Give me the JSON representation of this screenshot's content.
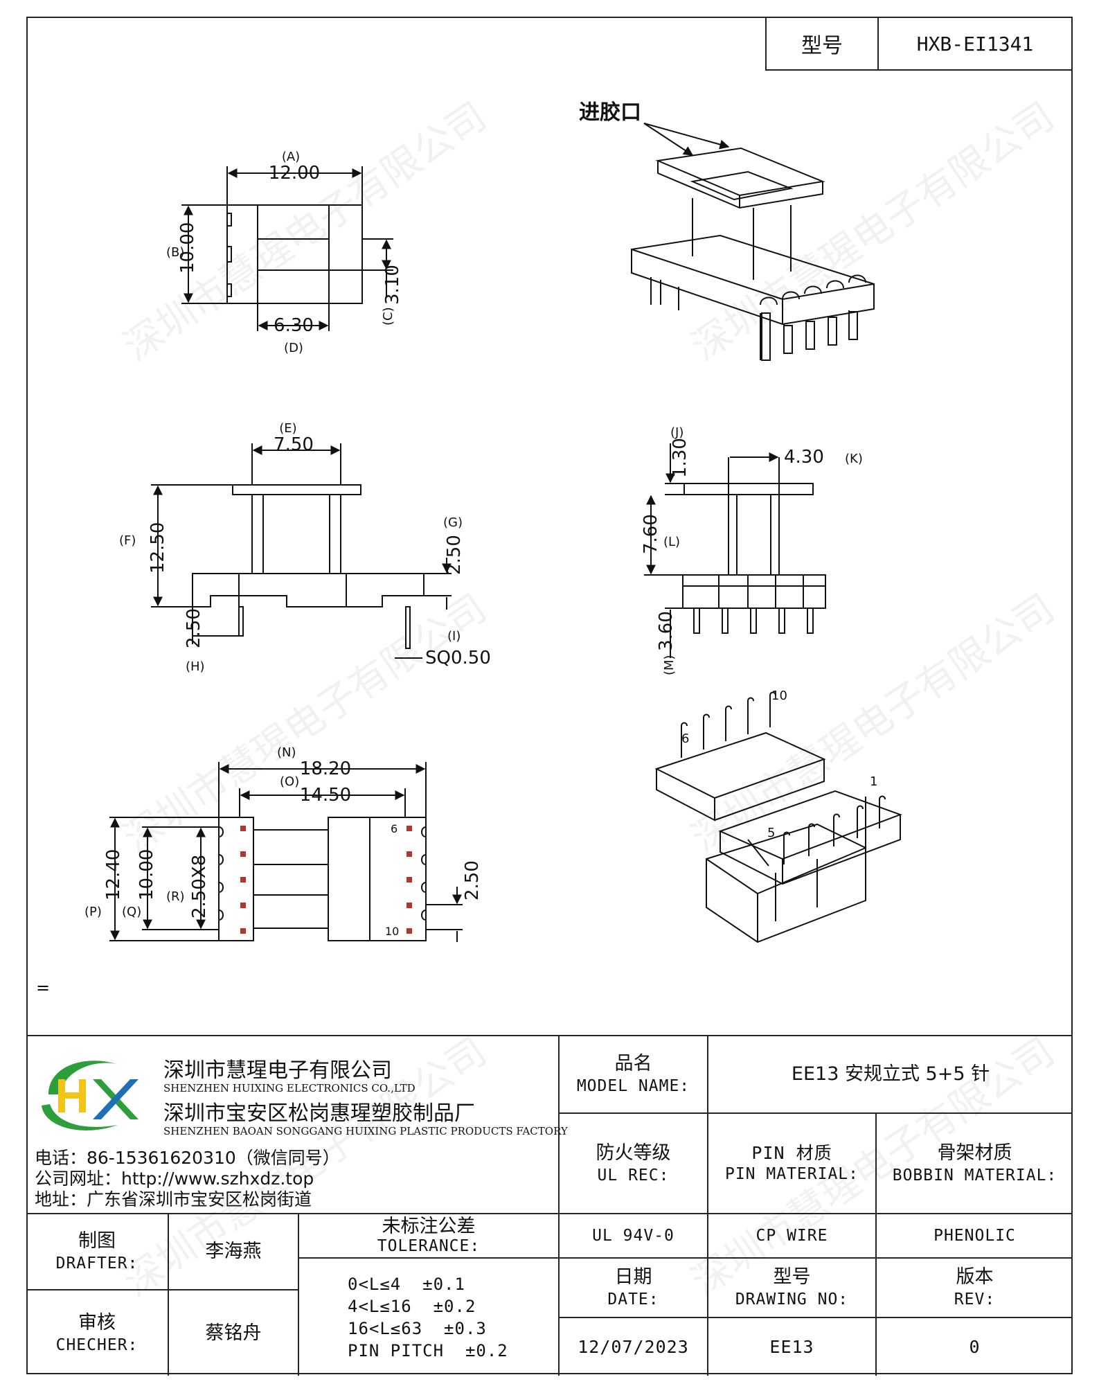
{
  "header": {
    "model_label": "型号",
    "model_value": "HXB-EI1341"
  },
  "watermark": "深圳市慧瑆电子有限公司",
  "drawing": {
    "gate_label": "进胶口",
    "dims": {
      "A": "12.00",
      "B": "10.00",
      "C": "3.10",
      "D": "6.30",
      "E": "7.50",
      "F": "12.50",
      "G": "2.50",
      "H": "2.50",
      "I": "SQ0.50",
      "J": "1.30",
      "K": "4.30",
      "L": "7.60",
      "M": "3.60",
      "N": "18.20",
      "O": "14.50",
      "P": "12.40",
      "Q": "10.00",
      "R": "2.50X8",
      "pitch": "2.50"
    },
    "letters": {
      "A": "(A)",
      "B": "(B)",
      "C": "(C)",
      "D": "(D)",
      "E": "(E)",
      "F": "(F)",
      "G": "(G)",
      "H": "(H)",
      "I": "(I)",
      "J": "(J)",
      "K": "(K)",
      "L": "(L)",
      "M": "(M)",
      "N": "(N)",
      "O": "(O)",
      "P": "(P)",
      "Q": "(Q)",
      "R": "(R)"
    },
    "pin_numbers": {
      "p1": "1",
      "p5": "5",
      "p6": "6",
      "p10": "10"
    },
    "eq_mark": "="
  },
  "title_block": {
    "company_cn": "深圳市慧瑆电子有限公司",
    "company_en": "SHENZHEN HUIXING ELECTRONICS CO.,LTD",
    "factory_cn": "深圳市宝安区松岗惠瑆塑胶制品厂",
    "factory_en": "SHENZHEN BAOAN SONGGANG HUIXING PLASTIC PRODUCTS FACTORY",
    "phone": "电话：86-15361620310（微信同号）",
    "website": "公司网址：http://www.szhxdz.top",
    "address": "地址：广东省深圳市宝安区松岗街道",
    "logo_letters": "HX",
    "model_name_cn": "品名",
    "model_name_en": "MODEL NAME:",
    "model_name_value": "EE13 安规立式 5+5 针",
    "ul_cn": "防火等级",
    "ul_en": "UL REC:",
    "pin_cn": "PIN 材质",
    "pin_en": "PIN MATERIAL:",
    "bobbin_cn": "骨架材质",
    "bobbin_en": "BOBBIN MATERIAL:",
    "ul_value": "UL 94V-0",
    "pin_value": "CP WIRE",
    "bobbin_value": "PHENOLIC",
    "drafter_cn": "制图",
    "drafter_en": "DRAFTER:",
    "drafter_name": "李海燕",
    "checker_cn": "审核",
    "checker_en": "CHECHER:",
    "checker_name": "蔡铭舟",
    "tolerance_cn": "未标注公差",
    "tolerance_en": "TOLERANCE:",
    "tolerances": [
      "0<L≤4  ±0.1",
      "4<L≤16  ±0.2",
      "16<L≤63  ±0.3",
      "PIN PITCH  ±0.2"
    ],
    "date_cn": "日期",
    "date_en": "DATE:",
    "date_value": "12/07/2023",
    "drawing_no_cn": "型号",
    "drawing_no_en": "DRAWING NO:",
    "drawing_no_value": "EE13",
    "rev_cn": "版本",
    "rev_en": "REV:",
    "rev_value": "0"
  },
  "colors": {
    "logo_green": "#2e9e3a",
    "logo_yellow": "#f2c417",
    "logo_blue": "#1f6fb5",
    "pin_mark": "#b0362e"
  }
}
